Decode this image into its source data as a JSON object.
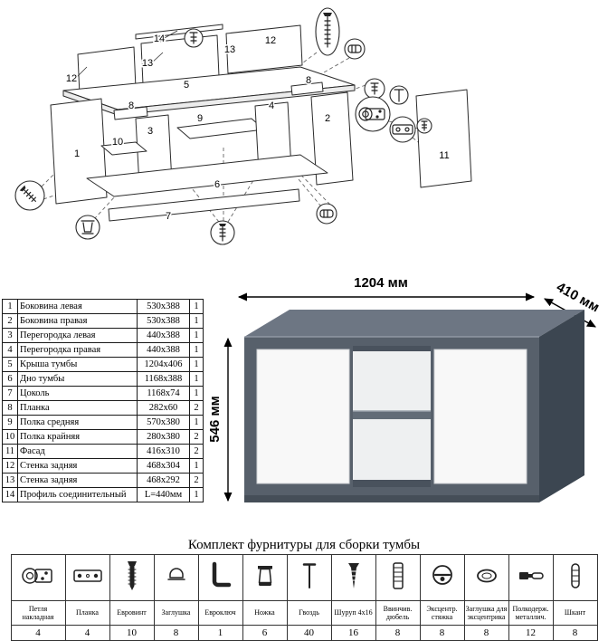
{
  "diagram": {
    "labels": [
      "14",
      "13",
      "12",
      "5",
      "13",
      "12",
      "8",
      "8",
      "9",
      "3",
      "10",
      "1",
      "4",
      "2",
      "6",
      "7",
      "11"
    ]
  },
  "parts_table": {
    "rows": [
      {
        "num": "1",
        "name": "Боковина левая",
        "size": "530x388",
        "qty": "1"
      },
      {
        "num": "2",
        "name": "Боковина правая",
        "size": "530x388",
        "qty": "1"
      },
      {
        "num": "3",
        "name": "Перегородка левая",
        "size": "440x388",
        "qty": "1"
      },
      {
        "num": "4",
        "name": "Перегородка правая",
        "size": "440x388",
        "qty": "1"
      },
      {
        "num": "5",
        "name": "Крыша тумбы",
        "size": "1204x406",
        "qty": "1"
      },
      {
        "num": "6",
        "name": "Дно тумбы",
        "size": "1168x388",
        "qty": "1"
      },
      {
        "num": "7",
        "name": "Цоколь",
        "size": "1168x74",
        "qty": "1"
      },
      {
        "num": "8",
        "name": "Планка",
        "size": "282x60",
        "qty": "2"
      },
      {
        "num": "9",
        "name": "Полка средняя",
        "size": "570x380",
        "qty": "1"
      },
      {
        "num": "10",
        "name": "Полка крайняя",
        "size": "280x380",
        "qty": "2"
      },
      {
        "num": "11",
        "name": "Фасад",
        "size": "416x310",
        "qty": "2"
      },
      {
        "num": "12",
        "name": "Стенка задняя",
        "size": "468x304",
        "qty": "1"
      },
      {
        "num": "13",
        "name": "Стенка задняя",
        "size": "468x292",
        "qty": "2"
      },
      {
        "num": "14",
        "name": "Профиль соединительный",
        "size": "L=440мм",
        "qty": "1"
      }
    ]
  },
  "render": {
    "width_label": "1204 мм",
    "depth_label": "410 мм",
    "height_label": "546 мм",
    "colors": {
      "top": "#6d7683",
      "side": "#3c4651",
      "body": "#57606b",
      "door": "#f8f8f8",
      "interior": "#eef0f1",
      "shelf": "#626c77"
    }
  },
  "hardware": {
    "title": "Комплект фурнитуры для сборки тумбы",
    "items": [
      {
        "name": "Петля накладная",
        "qty": "4",
        "icon": "hinge-icon"
      },
      {
        "name": "Планка",
        "qty": "4",
        "icon": "plate-icon"
      },
      {
        "name": "Евровинт",
        "qty": "10",
        "icon": "euroscrew-icon"
      },
      {
        "name": "Заглушка",
        "qty": "8",
        "icon": "cap-icon"
      },
      {
        "name": "Евроключ",
        "qty": "1",
        "icon": "hexkey-icon"
      },
      {
        "name": "Ножка",
        "qty": "6",
        "icon": "leg-icon"
      },
      {
        "name": "Гвоздь",
        "qty": "40",
        "icon": "nail-icon"
      },
      {
        "name": "Шуруп 4x16",
        "qty": "16",
        "icon": "screw-icon"
      },
      {
        "name": "Ввинчив. дюбель",
        "qty": "8",
        "icon": "dowel-screw-icon"
      },
      {
        "name": "Эксцентр. стяжка",
        "qty": "8",
        "icon": "camlock-icon"
      },
      {
        "name": "Заглушка для эксцентрика",
        "qty": "8",
        "icon": "cam-cap-icon"
      },
      {
        "name": "Полкодерж. металлич.",
        "qty": "12",
        "icon": "shelf-support-icon"
      },
      {
        "name": "Шкант",
        "qty": "8",
        "icon": "wood-dowel-icon"
      }
    ]
  }
}
